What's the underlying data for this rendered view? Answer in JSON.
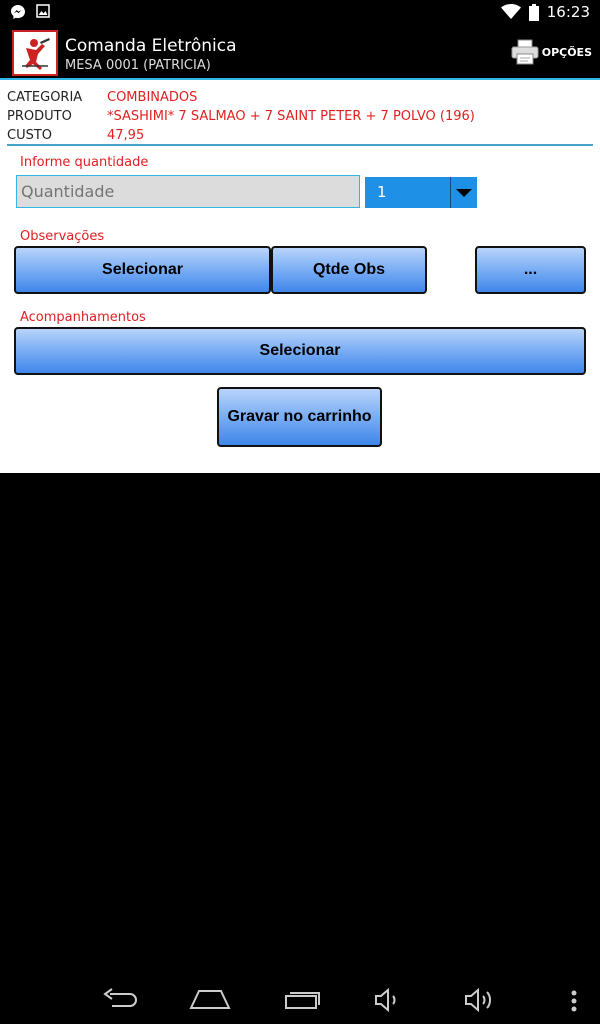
{
  "status": {
    "time": "16:23"
  },
  "app": {
    "title": "Comanda Eletrônica",
    "subtitle": "MESA 0001 (PATRICIA)",
    "menu_label": "OPÇÕES"
  },
  "info": [
    {
      "label": "CATEGORIA",
      "value": "COMBINADOS"
    },
    {
      "label": "PRODUTO",
      "value": "*SASHIMI* 7 SALMAO + 7 SAINT PETER + 7 POLVO (196)"
    },
    {
      "label": "CUSTO",
      "value": "47,95"
    }
  ],
  "quantity": {
    "label": "Informe quantidade",
    "placeholder": "Quantidade",
    "selected": "1"
  },
  "observacoes": {
    "label": "Observações",
    "select_label": "Selecionar",
    "qtde_label": "Qtde Obs",
    "more_label": "..."
  },
  "acompanhamentos": {
    "label": "Acompanhamentos",
    "select_label": "Selecionar"
  },
  "save_label": "Gravar no carrinho"
}
